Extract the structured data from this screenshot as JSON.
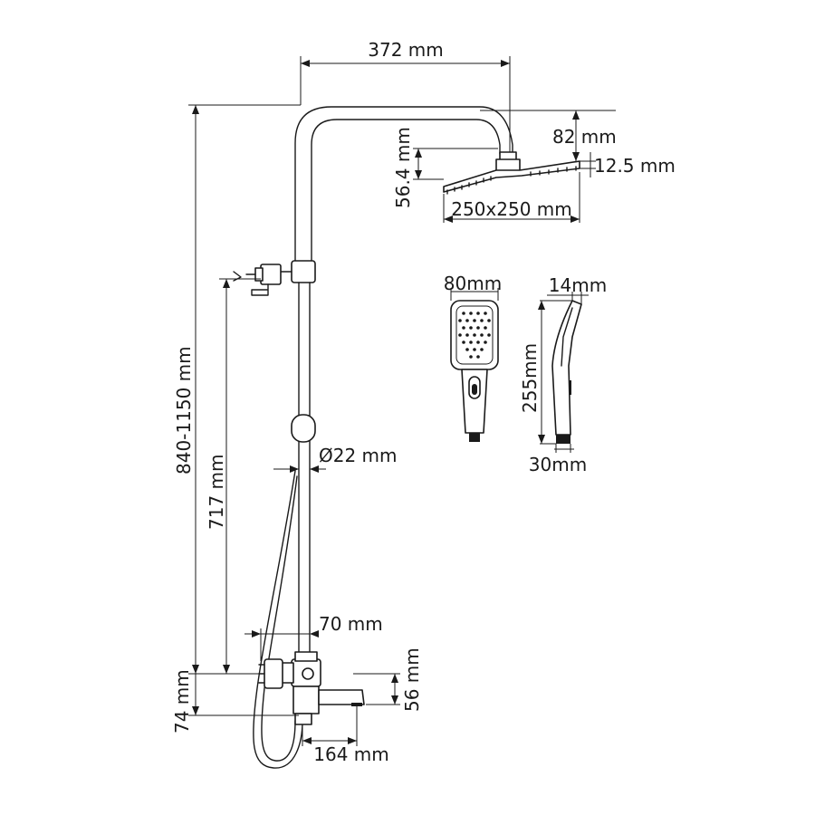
{
  "dimensions": {
    "arm_reach": "372 mm",
    "head_drop": "82 mm",
    "head_height": "56.4 mm",
    "head_thickness": "12.5 mm",
    "head_size": "250x250 mm",
    "handheld_width": "80mm",
    "handheld_thickness": "14mm",
    "handheld_length": "255mm",
    "handheld_base": "30mm",
    "total_height": "840-1150 mm",
    "holder_height": "717 mm",
    "rail_diameter": "Ø22 mm",
    "mixer_offset": "70 mm",
    "inlet_height": "74 mm",
    "spout_height": "56 mm",
    "spout_reach": "164 mm"
  },
  "colors": {
    "ink": "#1a1a1a",
    "background": "#ffffff"
  }
}
